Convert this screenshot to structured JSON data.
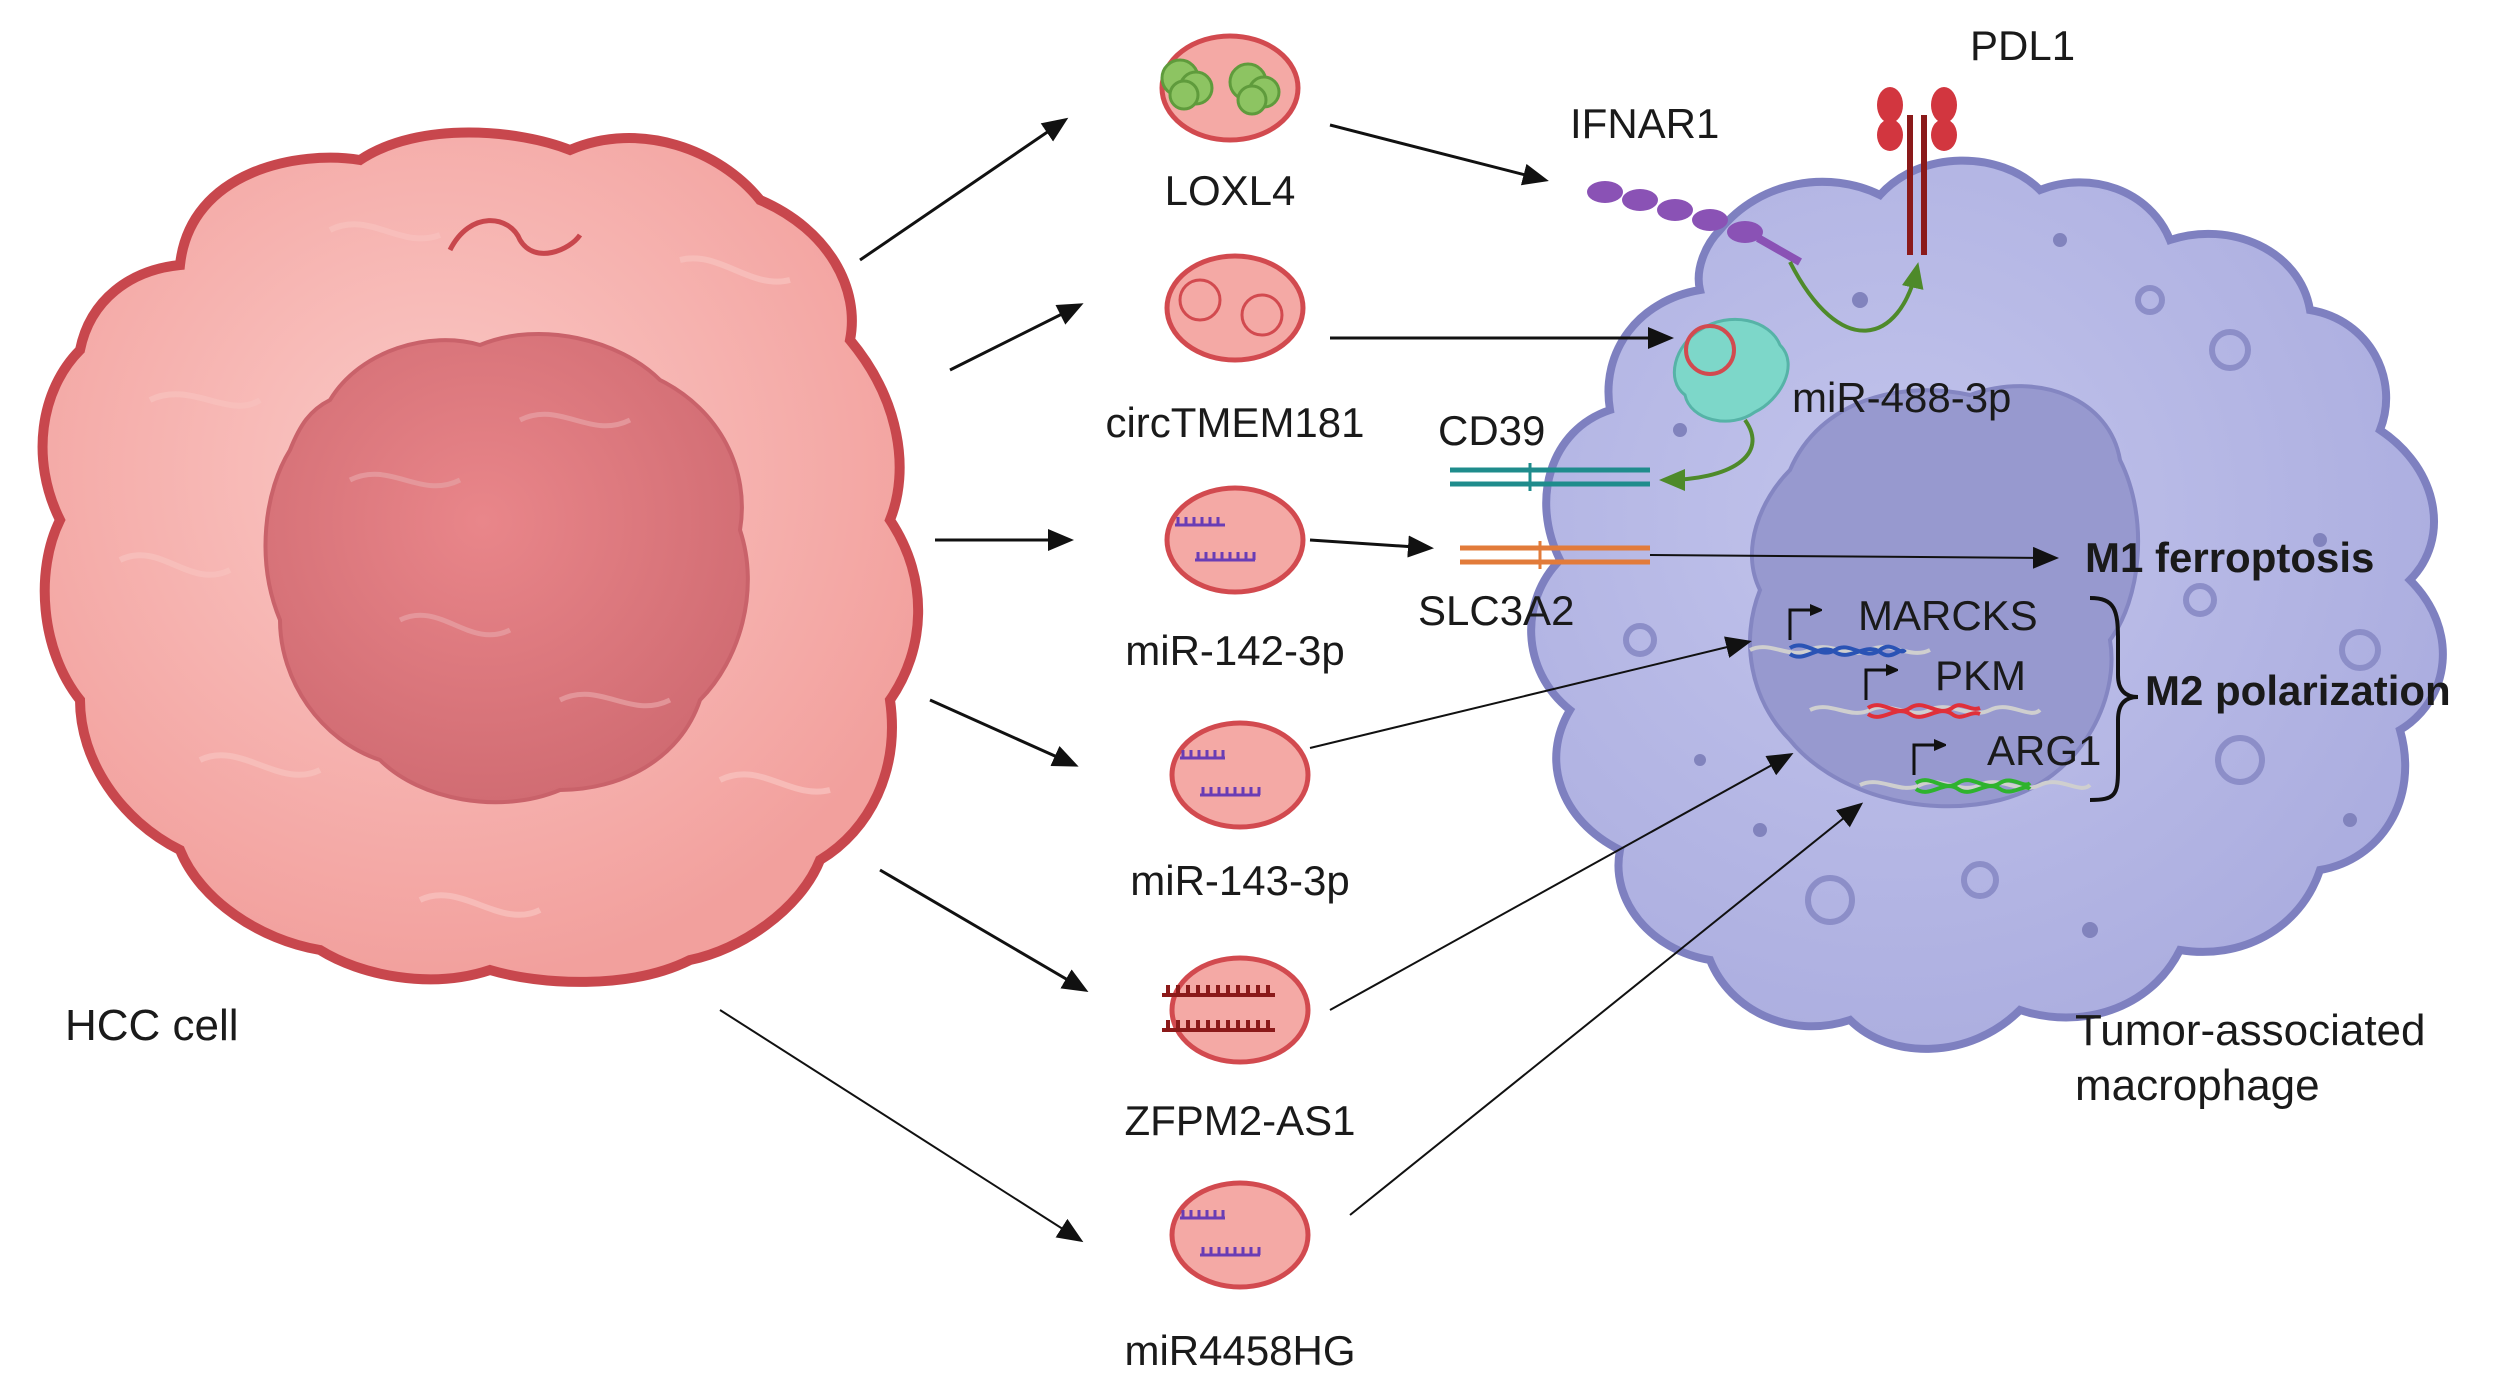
{
  "hcc_cell": {
    "label": "HCC cell"
  },
  "macrophage": {
    "label_line1": "Tumor-associated",
    "label_line2": "macrophage"
  },
  "vesicles": [
    {
      "label": "LOXL4",
      "cargo": "protein"
    },
    {
      "label": "circTMEM181",
      "cargo": "circRNA"
    },
    {
      "label": "miR-142-3p",
      "cargo": "miRNA"
    },
    {
      "label": "miR-143-3p",
      "cargo": "miRNA"
    },
    {
      "label": "ZFPM2-AS1",
      "cargo": "lncRNA"
    },
    {
      "label": "miR4458HG",
      "cargo": "miRNA"
    }
  ],
  "receptors": {
    "pdl1": "PDL1",
    "ifnar1": "IFNAR1",
    "cd39": "CD39",
    "slc3a2": "SLC3A2",
    "mirna_488": "miR-488-3p"
  },
  "genes": {
    "marcks": "MARCKS",
    "pkm": "PKM",
    "arg1": "ARG1"
  },
  "outcomes": {
    "m1": "M1 ferroptosis",
    "m2": "M2 polarization"
  },
  "colors": {
    "hcc_fill": "#f3a3a0",
    "hcc_border": "#c8474d",
    "nucleus": "#d9747a",
    "macrophage_fill": "#b3b5e2",
    "macrophage_border": "#7e80c0",
    "vesicle_fill": "#f4a9a5",
    "vesicle_border": "#d24a4f",
    "green_arrow": "#4e8a2a",
    "ifnar1": "#8a52b5",
    "pdl1": "#d2363f",
    "cd39": "#1f8c8c",
    "slc3a2": "#e27b3a",
    "marcks_dna": "#2a53b5",
    "pkm_dna": "#e0303a",
    "arg1_dna": "#2eb32e",
    "mirna_strand": "#6a3db5",
    "lncrna_strand": "#8b1a1a"
  }
}
